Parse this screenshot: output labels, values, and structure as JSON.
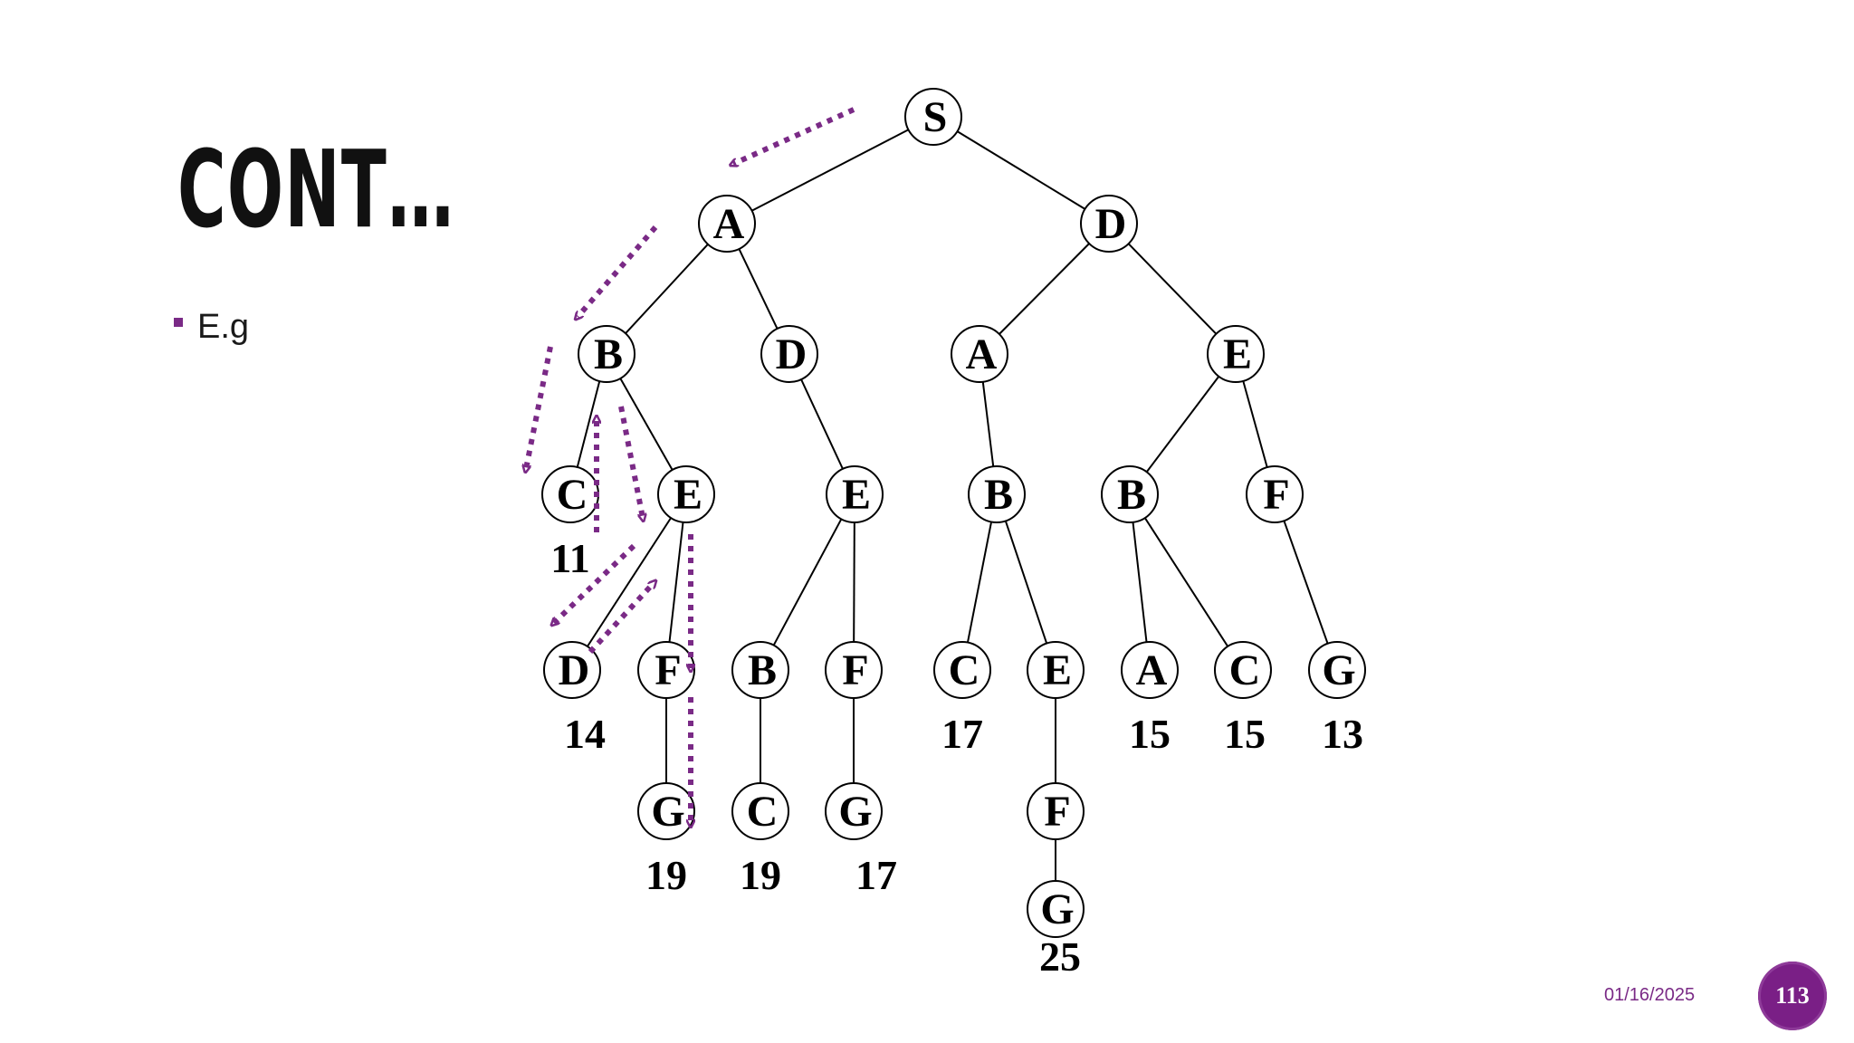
{
  "slide": {
    "title": "CONT…",
    "bullet": "E.g",
    "date": "01/16/2025",
    "page_number": "113"
  },
  "colors": {
    "accent": "#7a2a86",
    "node_stroke": "#000000",
    "text": "#000000"
  },
  "tree": {
    "root": {
      "label": "S",
      "children": [
        {
          "label": "A",
          "children": [
            {
              "label": "B",
              "children": [
                {
                  "label": "C",
                  "cost": "11"
                },
                {
                  "label": "E",
                  "children": [
                    {
                      "label": "D",
                      "cost": "14"
                    },
                    {
                      "label": "F",
                      "children": [
                        {
                          "label": "G",
                          "cost": "19"
                        }
                      ]
                    }
                  ]
                }
              ]
            },
            {
              "label": "D",
              "children": [
                {
                  "label": "E",
                  "children": [
                    {
                      "label": "B",
                      "children": [
                        {
                          "label": "C",
                          "cost": "19"
                        }
                      ]
                    },
                    {
                      "label": "F",
                      "children": [
                        {
                          "label": "G",
                          "cost": "17"
                        }
                      ]
                    }
                  ]
                }
              ]
            }
          ]
        },
        {
          "label": "D",
          "children": [
            {
              "label": "A",
              "children": [
                {
                  "label": "B",
                  "children": [
                    {
                      "label": "C",
                      "cost": "17"
                    },
                    {
                      "label": "E",
                      "children": [
                        {
                          "label": "F",
                          "children": [
                            {
                              "label": "G",
                              "cost": "25"
                            }
                          ]
                        }
                      ]
                    }
                  ]
                }
              ]
            },
            {
              "label": "E",
              "children": [
                {
                  "label": "B",
                  "children": [
                    {
                      "label": "A",
                      "cost": "15"
                    },
                    {
                      "label": "C",
                      "cost": "15"
                    }
                  ]
                },
                {
                  "label": "F",
                  "children": [
                    {
                      "label": "G",
                      "cost": "13"
                    }
                  ]
                }
              ]
            }
          ]
        }
      ]
    }
  }
}
